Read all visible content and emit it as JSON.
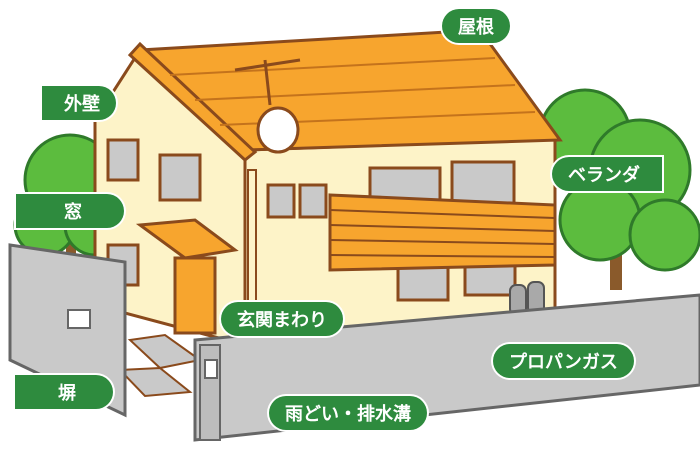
{
  "labels": {
    "roof": "屋根",
    "outer_wall": "外壁",
    "window": "窓",
    "veranda": "ベランダ",
    "entrance": "玄関まわり",
    "fence": "塀",
    "propane_gas": "プロパンガス",
    "gutter_drain": "雨どい・排水溝"
  },
  "colors": {
    "label_bg": "#2e8b3e",
    "roof": "#f7a52e",
    "wall": "#fdf3c8",
    "outline": "#8a4a1c",
    "fence": "#c9c9c9",
    "tree": "#5cbc3e"
  }
}
